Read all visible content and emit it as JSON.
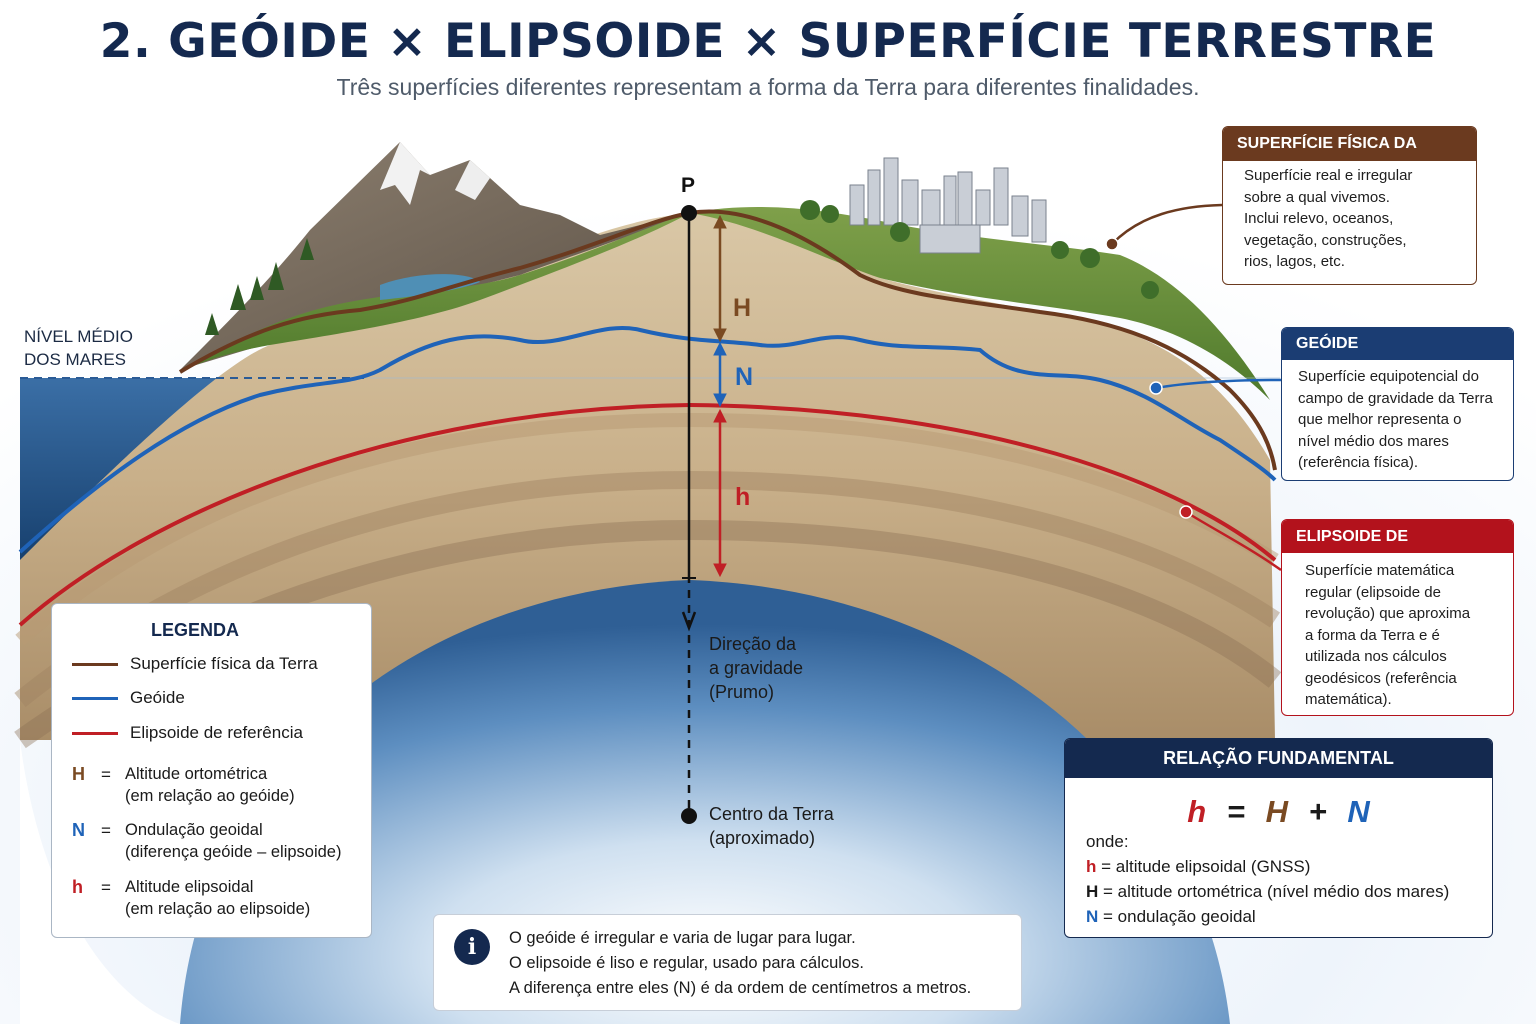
{
  "header": {
    "title": "2. GEÓIDE × ELIPSOIDE × SUPERFÍCIE TERRESTRE",
    "subtitle": "Três superfícies diferentes representam a forma da Terra para diferentes finalidades."
  },
  "diagram": {
    "sea_level_label": [
      "NÍVEL MÉDIO",
      "DOS MARES"
    ],
    "point_label": "P",
    "H_label": "H",
    "N_label": "N",
    "h_label": "h",
    "gravity_direction": [
      "Direção da",
      "a gravidade",
      "(Prumo)"
    ],
    "earth_center": [
      "Centro da Terra",
      "(aproximado)"
    ]
  },
  "cards": {
    "surface": {
      "title": "SUPERFÍCIE FÍSICA DA TERRA",
      "lines": [
        "Superfície real e irregular",
        "sobre a qual vivemos.",
        "Inclui relevo, oceanos,",
        "vegetação, construções,",
        "rios, lagos, etc."
      ]
    },
    "geoid": {
      "title": "GEÓIDE",
      "lines": [
        "Superfície equipotencial do",
        "campo de gravidade da Terra",
        "que melhor representa o",
        "nível médio dos mares",
        "(referência física)."
      ]
    },
    "ellipsoid": {
      "title": "ELIPSOIDE DE REFERÊNCIA",
      "lines": [
        "Superfície matemática",
        "regular (elipsoide de",
        "revolução) que aproxima",
        "a forma da Terra e é",
        "utilizada nos cálculos",
        "geodésicos (referência",
        "matemática)."
      ]
    }
  },
  "relation": {
    "title": "RELAÇÃO FUNDAMENTAL",
    "formula": {
      "h": "h",
      "eq": "=",
      "H": "H",
      "plus": "+",
      "N": "N"
    },
    "where": "onde:",
    "rows": [
      {
        "symbol": "h",
        "text": "= altitude elipsoidal (GNSS)"
      },
      {
        "symbol": "H",
        "text": "= altitude ortométrica (nível médio dos mares)"
      },
      {
        "symbol": "N",
        "text": "= ondulação geoidal"
      }
    ]
  },
  "legend": {
    "title": "LEGENDA",
    "lines": [
      {
        "label": "Superfície física da Terra"
      },
      {
        "label": "Geóide"
      },
      {
        "label": "Elipsoide de referência"
      }
    ],
    "symbols": [
      {
        "symbol": "H",
        "eq": "=",
        "desc": [
          "Altitude ortométrica",
          "(em relação ao geóide)"
        ]
      },
      {
        "symbol": "N",
        "eq": "=",
        "desc": [
          "Ondulação geoidal",
          "(diferença geóide – elipsoide)"
        ]
      },
      {
        "symbol": "h",
        "eq": "=",
        "desc": [
          "Altitude elipsoidal",
          "(em relação ao elipsoide)"
        ]
      }
    ]
  },
  "info": {
    "icon": "info-icon",
    "lines": [
      "O geóide é irregular e varia de lugar para lugar.",
      "O elipsoide é liso e regular, usado para cálculos.",
      "A diferença entre eles (N) é da ordem de centímetros a metros."
    ]
  },
  "colors": {
    "title": "#14294f",
    "surface": "#6b3a1f",
    "geoid": "#1f63b8",
    "ellipsoid": "#c01f25"
  }
}
